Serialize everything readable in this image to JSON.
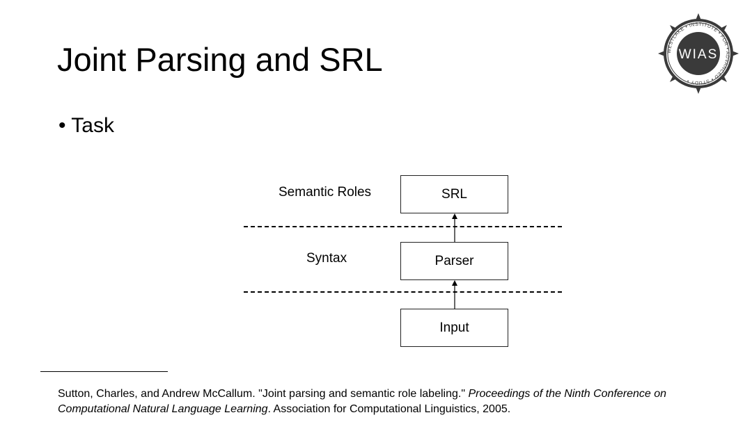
{
  "slide": {
    "title": "Joint Parsing and SRL",
    "bullet": "• Task"
  },
  "diagram": {
    "boxes": {
      "srl": "SRL",
      "parser": "Parser",
      "input": "Input"
    },
    "labels": {
      "semantic_roles": "Semantic Roles",
      "syntax": "Syntax"
    }
  },
  "citation": {
    "part1": "Sutton, Charles, and Andrew McCallum. \"Joint parsing and semantic role labeling.\" ",
    "venue": "Proceedings of the Ninth Conference on Computational Natural Language Learning",
    "part2": ". Association for Computational Linguistics, 2005."
  },
  "logo": {
    "center_text": "WIAS",
    "ring_text": "WESTLAKE • INSTITUTE • FOR • ADVANCED • STUDY •",
    "colors": {
      "dark": "#3a3a3a",
      "light": "#ffffff"
    }
  }
}
